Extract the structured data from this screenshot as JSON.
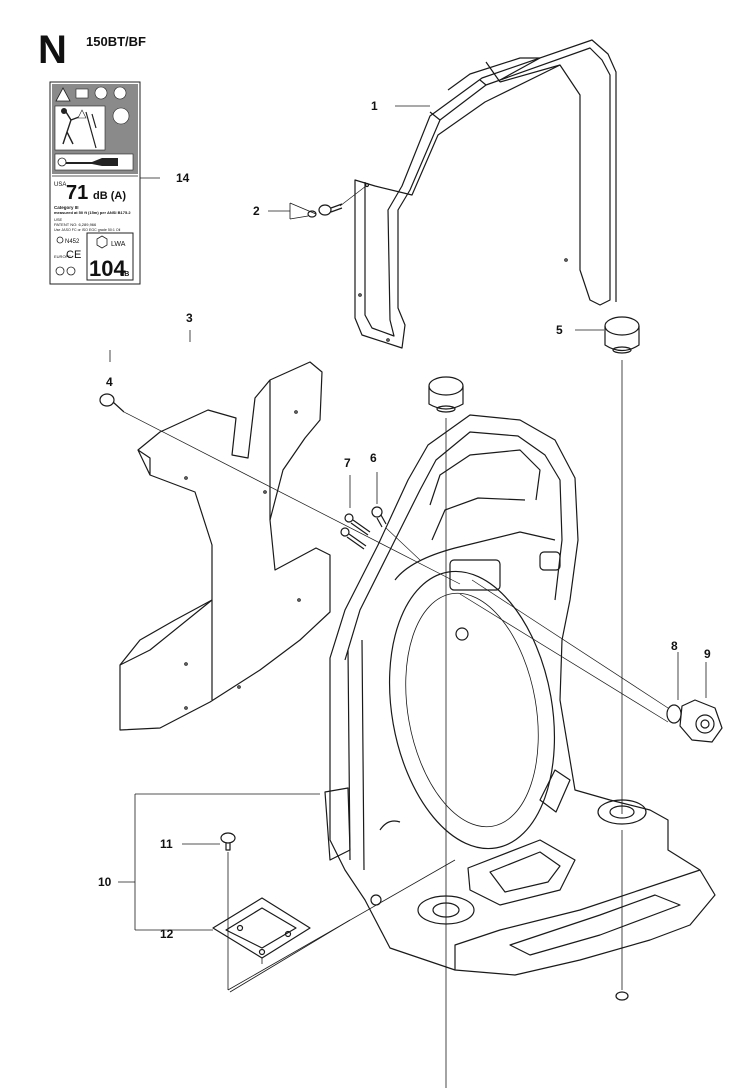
{
  "header": {
    "section": "N",
    "model": "150BT/BF"
  },
  "label_decal": {
    "region": "USA",
    "noise_value": "71",
    "noise_unit": "dB (A)",
    "category_line1": "Category III",
    "category_line2": "measured at 50 ft (15m) per ANSI B175.2",
    "patent_line1": "USE",
    "patent_line2": "PATENT NO: 6,289,966",
    "patent_line3": "Use JASO FC or ISO EGC grade 50:1 Oil",
    "marks": [
      "N452",
      "CE"
    ],
    "europe_label": "EUROPE",
    "lwa_label": "LWA",
    "sound_power": "104",
    "sound_power_unit": "dB"
  },
  "callouts": {
    "c1": "1",
    "c2": "2",
    "c3": "3",
    "c4": "4",
    "c5": "5",
    "c6": "6",
    "c7": "7",
    "c8": "8",
    "c9": "9",
    "c10": "10",
    "c11": "11",
    "c12": "12",
    "c14": "14"
  }
}
